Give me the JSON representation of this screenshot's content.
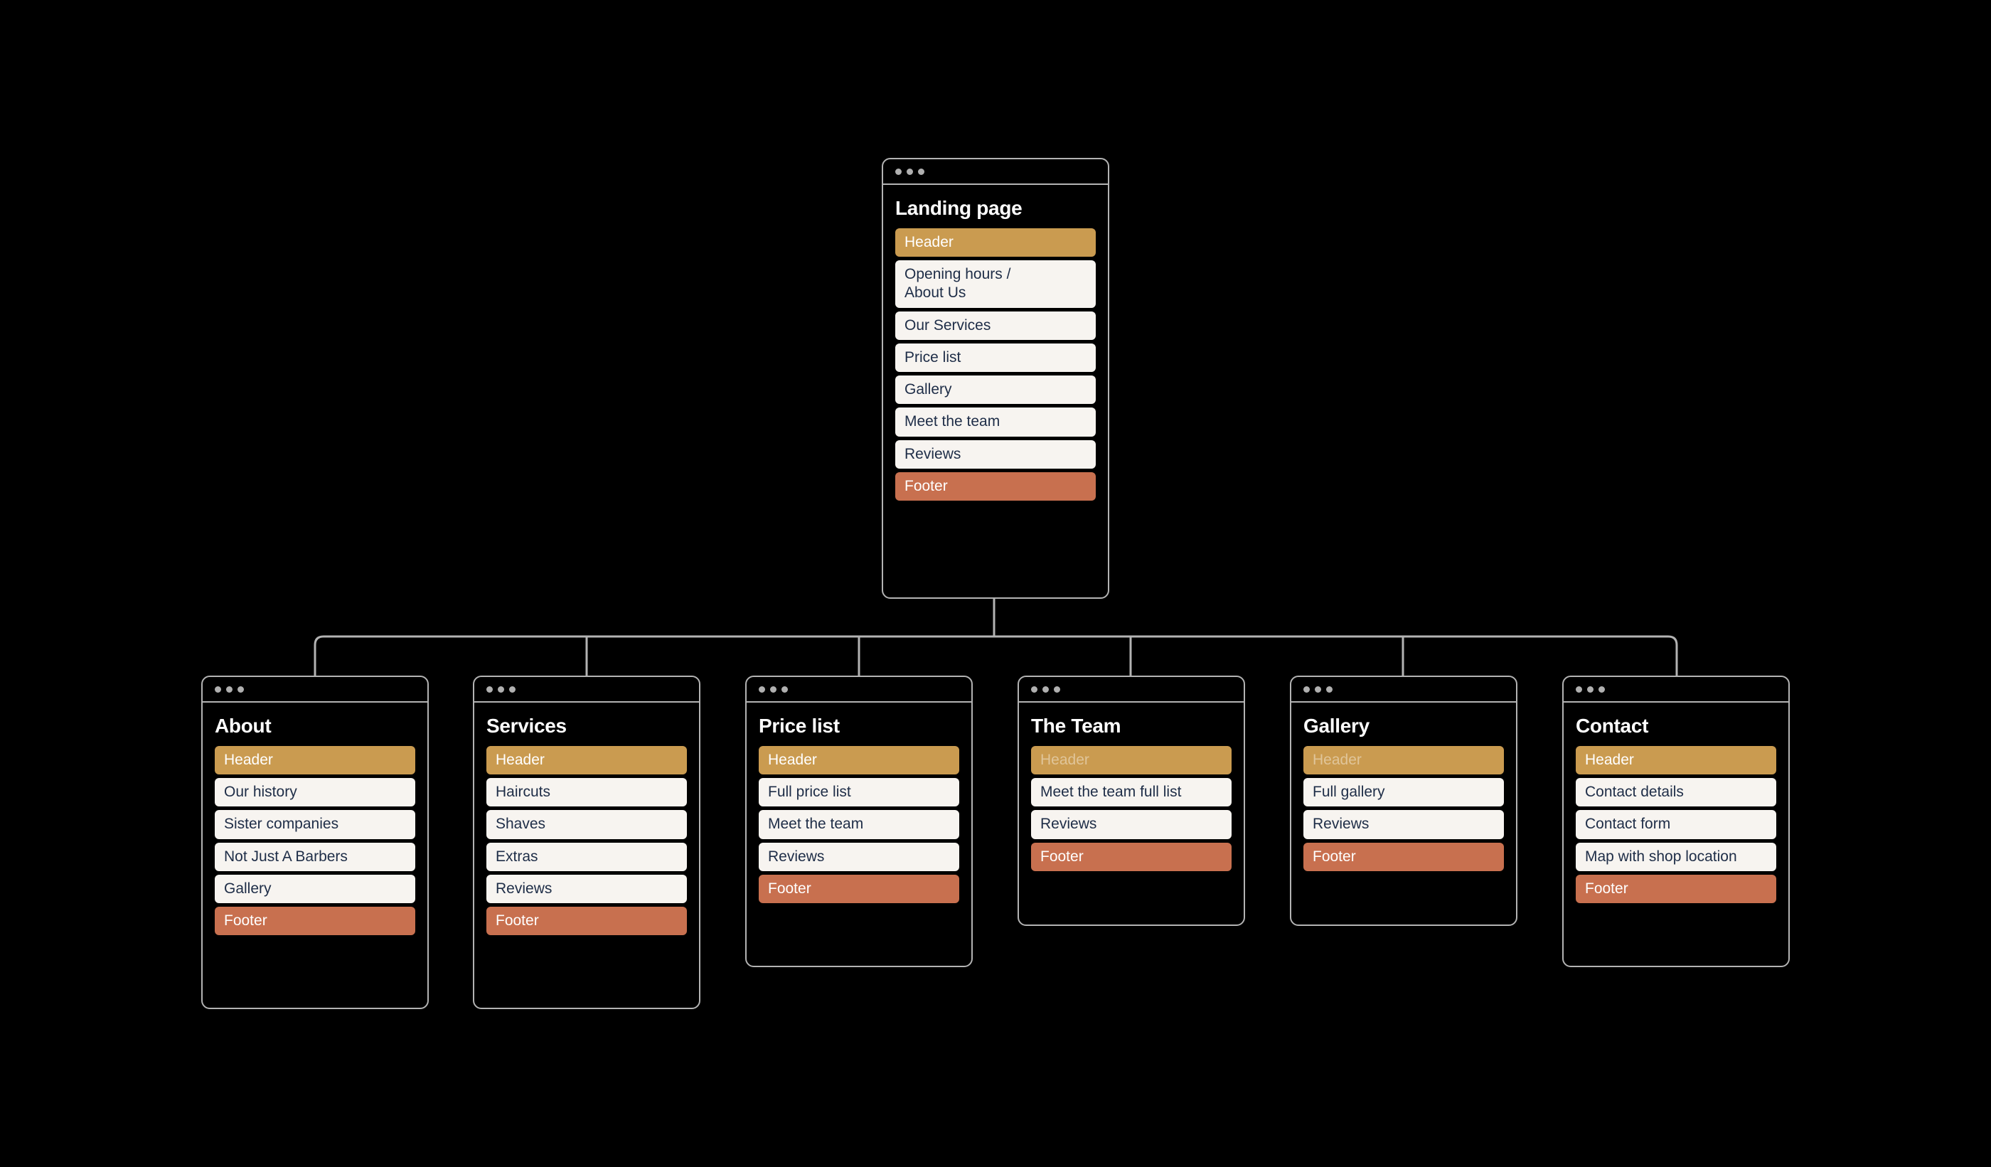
{
  "diagram": {
    "type": "sitemap",
    "background_color": "#000000",
    "colors": {
      "header_block": "#CA9B50",
      "footer_block": "#C8704F",
      "page_block": "#F7F4F0",
      "page_block_text": "#1E2D47",
      "card_border": "#B3B3B3",
      "connector_line": "#B3B3B3",
      "card_title_text": "#FFFFFF"
    },
    "window_dots_count": 3
  },
  "root": {
    "title": "Landing page",
    "blocks": [
      {
        "label": "Header",
        "kind": "header"
      },
      {
        "label": "Opening hours / About Us",
        "kind": "page",
        "lines": [
          "Opening hours /",
          "About Us"
        ]
      },
      {
        "label": "Our Services",
        "kind": "page"
      },
      {
        "label": "Price list",
        "kind": "page"
      },
      {
        "label": "Gallery",
        "kind": "page"
      },
      {
        "label": "Meet the team",
        "kind": "page"
      },
      {
        "label": "Reviews",
        "kind": "page"
      },
      {
        "label": "Footer",
        "kind": "footer"
      }
    ]
  },
  "children": [
    {
      "title": "About",
      "blocks": [
        {
          "label": "Header",
          "kind": "header"
        },
        {
          "label": "Our history",
          "kind": "page"
        },
        {
          "label": "Sister companies",
          "kind": "page"
        },
        {
          "label": "Not Just A Barbers",
          "kind": "page"
        },
        {
          "label": "Gallery",
          "kind": "page"
        },
        {
          "label": "Footer",
          "kind": "footer"
        }
      ]
    },
    {
      "title": "Services",
      "blocks": [
        {
          "label": "Header",
          "kind": "header"
        },
        {
          "label": "Haircuts",
          "kind": "page"
        },
        {
          "label": "Shaves",
          "kind": "page"
        },
        {
          "label": "Extras",
          "kind": "page"
        },
        {
          "label": "Reviews",
          "kind": "page"
        },
        {
          "label": "Footer",
          "kind": "footer"
        }
      ]
    },
    {
      "title": "Price list",
      "blocks": [
        {
          "label": "Header",
          "kind": "header"
        },
        {
          "label": "Full price list",
          "kind": "page"
        },
        {
          "label": "Meet the team",
          "kind": "page"
        },
        {
          "label": "Reviews",
          "kind": "page"
        },
        {
          "label": "Footer",
          "kind": "footer"
        }
      ]
    },
    {
      "title": "The Team",
      "blocks": [
        {
          "label": "Header",
          "kind": "header",
          "faded": true
        },
        {
          "label": "Meet the team full list",
          "kind": "page"
        },
        {
          "label": "Reviews",
          "kind": "page"
        },
        {
          "label": "Footer",
          "kind": "footer"
        }
      ]
    },
    {
      "title": "Gallery",
      "blocks": [
        {
          "label": "Header",
          "kind": "header",
          "faded": true
        },
        {
          "label": "Full gallery",
          "kind": "page"
        },
        {
          "label": "Reviews",
          "kind": "page"
        },
        {
          "label": "Footer",
          "kind": "footer"
        }
      ]
    },
    {
      "title": "Contact",
      "blocks": [
        {
          "label": "Header",
          "kind": "header"
        },
        {
          "label": "Contact details",
          "kind": "page"
        },
        {
          "label": "Contact form",
          "kind": "page"
        },
        {
          "label": "Map with shop location",
          "kind": "page"
        },
        {
          "label": "Footer",
          "kind": "footer"
        }
      ]
    }
  ]
}
